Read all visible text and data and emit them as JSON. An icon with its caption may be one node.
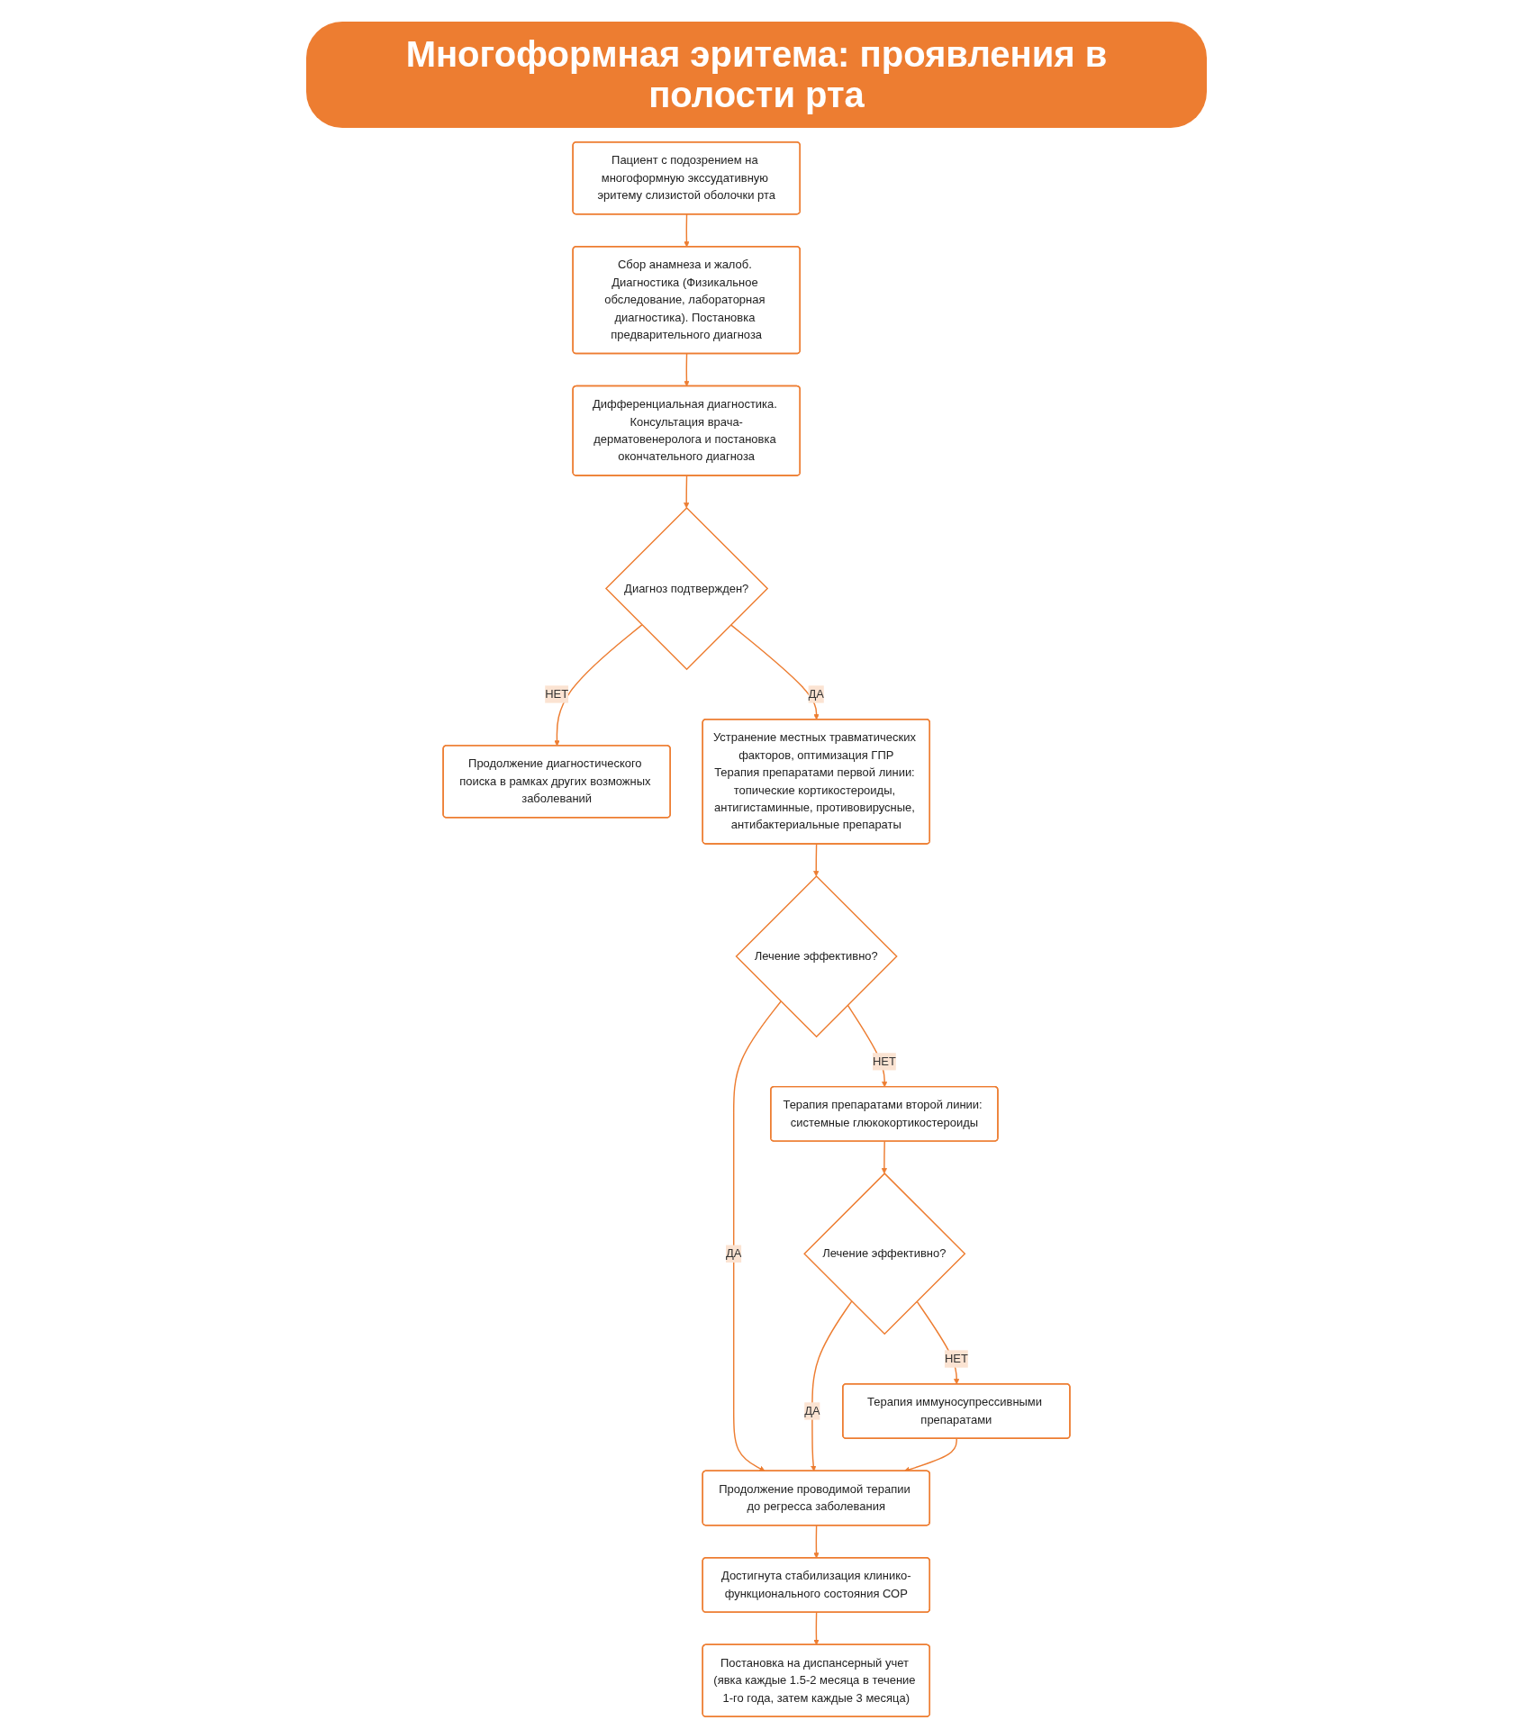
{
  "diagram": {
    "title": "Многоформная эритема: проявления в полости рта",
    "nodes": [
      {
        "text": [
          "Пациент с подозрением на многоформную экссудативную эритему слизистой оболочки рта"
        ]
      },
      {
        "text": [
          "Сбор анамнеза и жалоб. Диагностика (Физикальное обследование, лабораторная диагностика). Постановка предварительного диагноза"
        ]
      },
      {
        "text": [
          "Дифференциальная диагностика. Консультация врача-дерматовенеролога и постановка окончательного диагноза"
        ]
      },
      {
        "text": [
          "Диагноз подтвержден?"
        ]
      },
      {
        "text": [
          "Продолжение диагностического поиска в рамках других возможных заболеваний"
        ]
      },
      {
        "text": [
          "Устранение местных травматических факторов, оптимизация ГПР",
          "Терапия препаратами первой линии: топические кортикостероиды, антигистаминные, противовирусные, антибактериальные препараты"
        ]
      },
      {
        "text": [
          "Лечение эффективно?"
        ]
      },
      {
        "text": [
          "Продолжение проводимой терапии до регресса заболевания"
        ]
      },
      {
        "text": [
          "Терапия препаратами второй линии: системные глюкокортикостероиды"
        ]
      },
      {
        "text": [
          "Достигнута стабилизация клинико-функционального состояния СОР"
        ]
      },
      {
        "text": [
          "Лечение эффективно?"
        ]
      },
      {
        "text": [
          "Постановка на диспансерный учет (явка каждые 1.5-2 месяца в течение 1-го года, затем каждые 3 месяца)"
        ]
      },
      {
        "text": [
          "Терапия иммуносупрессивными препаратами"
        ]
      }
    ],
    "edges": [
      {
        "from": 0,
        "to": 1,
        "arrow": "to"
      },
      {
        "from": 1,
        "to": 2,
        "arrow": "to"
      },
      {
        "from": 2,
        "to": 3,
        "arrow": "to"
      },
      {
        "from": 3,
        "to": 4,
        "arrow": "to",
        "label": "НЕТ"
      },
      {
        "from": 3,
        "to": 5,
        "arrow": "to",
        "label": "ДА"
      },
      {
        "from": 5,
        "to": 6,
        "arrow": "to"
      },
      {
        "from": 6,
        "to": 7,
        "arrow": "to",
        "label": "ДА"
      },
      {
        "from": 6,
        "to": 8,
        "arrow": "to",
        "label": "НЕТ"
      },
      {
        "from": 7,
        "to": 9,
        "arrow": "to"
      },
      {
        "from": 8,
        "to": 10,
        "arrow": "to"
      },
      {
        "from": 9,
        "to": 11,
        "arrow": "to"
      },
      {
        "from": 10,
        "to": 7,
        "arrow": "to",
        "label": "ДА"
      },
      {
        "from": 10,
        "to": 12,
        "arrow": "to",
        "label": "НЕТ"
      },
      {
        "from": 12,
        "to": 7,
        "arrow": "to"
      }
    ]
  }
}
